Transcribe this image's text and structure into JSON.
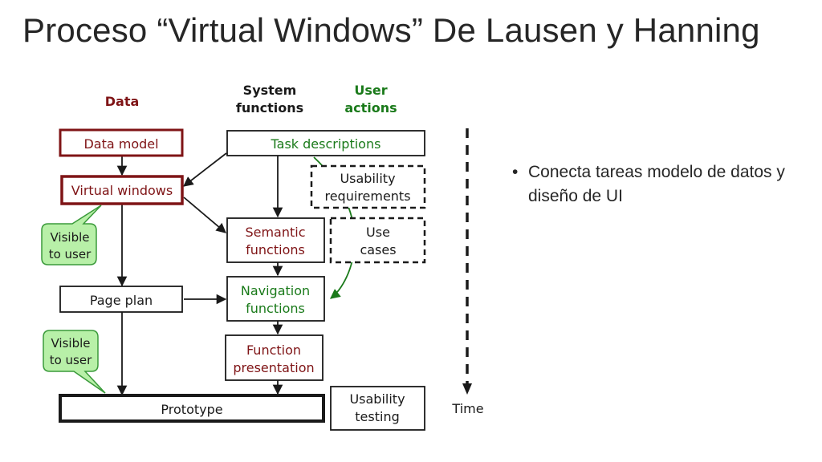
{
  "title": "Proceso “Virtual Windows” De Lausen y Hanning",
  "diagram": {
    "headers": {
      "data": "Data",
      "system_1": "System",
      "system_2": "functions",
      "user_1": "User",
      "user_2": "actions"
    },
    "boxes": {
      "data_model": "Data model",
      "virtual_windows": "Virtual windows",
      "page_plan": "Page plan",
      "prototype": "Prototype",
      "task_descriptions": "Task descriptions",
      "usability_req_1": "Usability",
      "usability_req_2": "requirements",
      "semantic_1": "Semantic",
      "semantic_2": "functions",
      "use_cases_1": "Use",
      "use_cases_2": "cases",
      "navigation_1": "Navigation",
      "navigation_2": "functions",
      "function_pres_1": "Function",
      "function_pres_2": "presentation",
      "usability_test_1": "Usability",
      "usability_test_2": "testing"
    },
    "callouts": {
      "visible_1a": "Visible",
      "visible_1b": "to user",
      "visible_2a": "Visible",
      "visible_2b": "to user"
    },
    "time_label": "Time",
    "colors": {
      "data": "#7f1416",
      "user": "#1a7a1a",
      "callout_fill": "#b8f0a8",
      "callout_stroke": "#3a9a3a"
    }
  },
  "bullets": [
    "Conecta tareas modelo de datos y diseño de UI"
  ]
}
